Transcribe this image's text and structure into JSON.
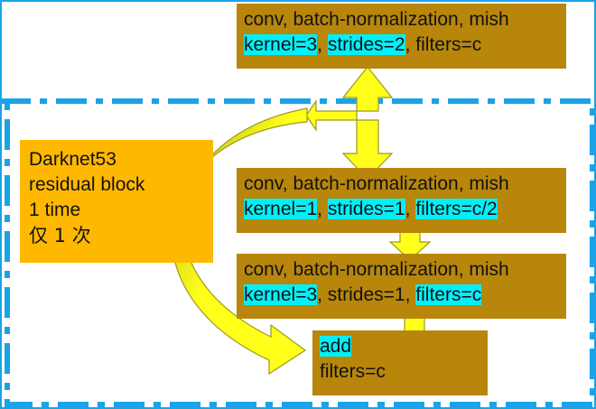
{
  "block1": {
    "line1": "conv, batch-normalization, mish",
    "kernel": "kernel=3",
    "sep1": ", ",
    "strides": "strides=2",
    "sep2": ", ",
    "filters": "filters=c"
  },
  "block2": {
    "line1": "conv, batch-normalization, mish",
    "kernel": "kernel=1",
    "sep1": ", ",
    "strides": "strides=1",
    "sep2": ", ",
    "filters": "filters=c/2"
  },
  "block3": {
    "line1": "conv, batch-normalization, mish",
    "kernel": "kernel=3",
    "sep1": ", strides=1, ",
    "filters": "filters=c"
  },
  "add_block": {
    "op": "add",
    "filters": "filters=c"
  },
  "note": {
    "lines": [
      "Darknet53",
      "residual block",
      "1 time",
      "仅 1 次"
    ]
  },
  "colors": {
    "block": "#b8860b",
    "highlight": "#00f0f8",
    "note": "#ffb800",
    "arrow": "#ffff1a",
    "frame": "#1aa3e8"
  }
}
